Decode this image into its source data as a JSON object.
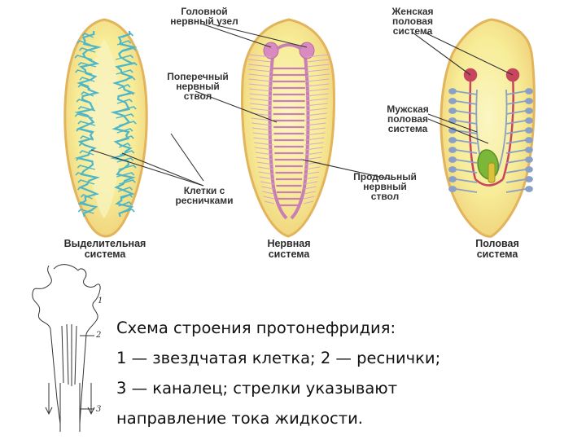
{
  "labels": {
    "head_ganglion": "Головной\nнервный узел",
    "female_system": "Женская\nполовая\nсистема",
    "transverse_trunk": "Поперечный\nнервный\nствол",
    "male_system": "Мужская\nполовая\nсистема",
    "longitudinal_trunk": "Продольный\nнервный\nствол",
    "ciliated_cells": "Клетки с\nресничками"
  },
  "captions": {
    "excretory": "Выделительная\nсистема",
    "nervous": "Нервная\nсистема",
    "reproductive": "Половая\nсистема"
  },
  "protonephridium": {
    "numbers": [
      "1",
      "2",
      "3"
    ],
    "caption_lines": [
      "Схема строения протонефридия:",
      "1 — звездчатая клетка; 2 — реснички;",
      "3 — каналец; стрелки указывают",
      "направление тока жидкости."
    ]
  },
  "colors": {
    "body_fill": "#f7ef9e",
    "body_outline": "#e3b35a",
    "excretory_canal": "#4fb6c8",
    "nerve": "#c87fb3",
    "female_organ": "#c8455e",
    "male_organ": "#8aa0c4",
    "pharynx": "#7bb83a"
  }
}
